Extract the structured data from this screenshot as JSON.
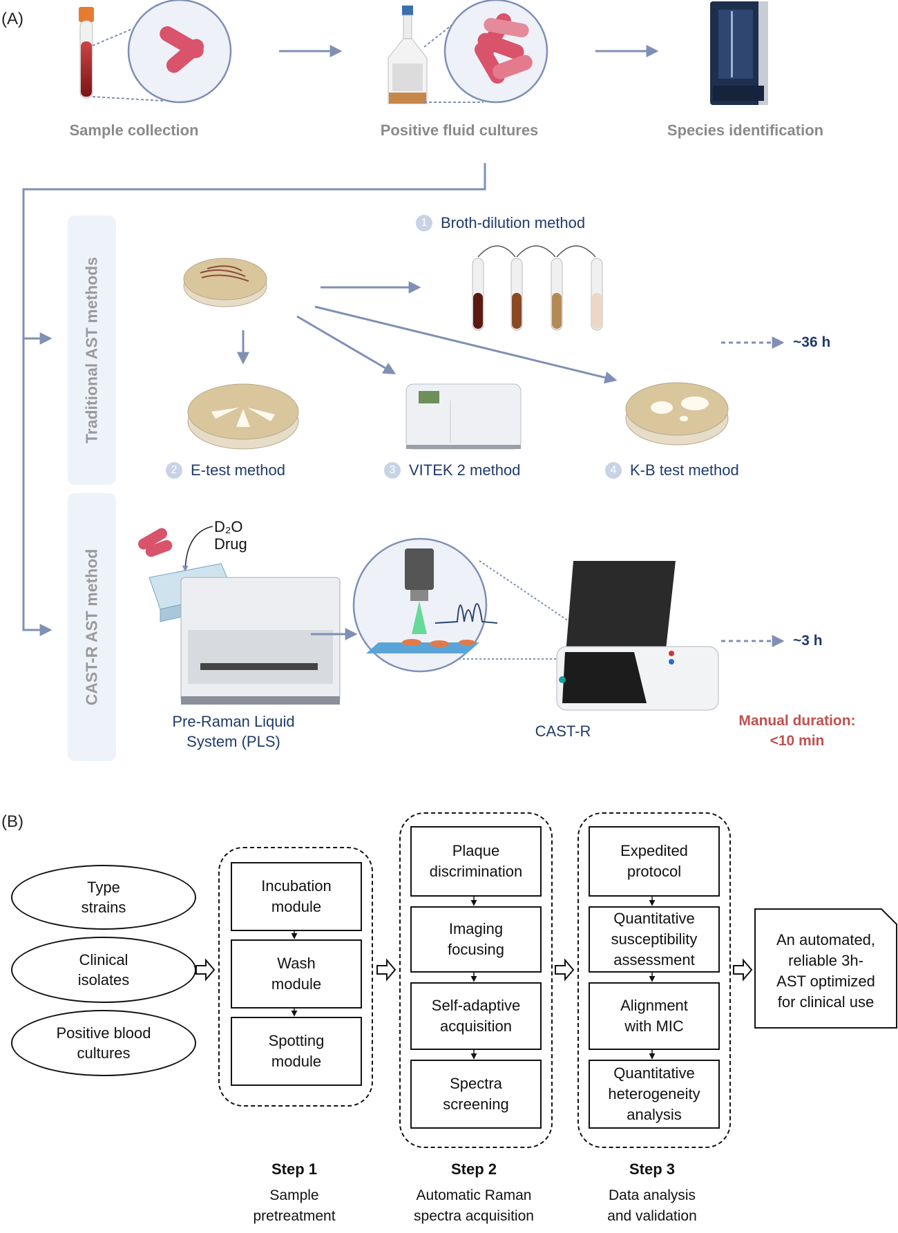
{
  "panel_a": {
    "label": "(A)",
    "stages": [
      "Sample collection",
      "Positive fluid cultures",
      "Species identification"
    ],
    "traditional": {
      "tab_label": "Traditional AST methods",
      "methods": [
        {
          "num": "1",
          "label": "Broth-dilution method"
        },
        {
          "num": "2",
          "label": "E-test method"
        },
        {
          "num": "3",
          "label": "VITEK 2 method"
        },
        {
          "num": "4",
          "label": "K-B test method"
        }
      ],
      "time": "~36 h"
    },
    "castr": {
      "tab_label": "CAST-R AST method",
      "reagent_d2o": "D₂O",
      "reagent_drug": "Drug",
      "pls_label_line1": "Pre-Raman Liquid",
      "pls_label_line2": "System (PLS)",
      "device_label": "CAST-R",
      "time": "~3 h",
      "manual_line1": "Manual duration:",
      "manual_line2": "<10 min"
    }
  },
  "panel_b": {
    "label": "(B)",
    "inputs": [
      {
        "line1": "Type",
        "line2": "strains"
      },
      {
        "line1": "Clinical",
        "line2": "isolates"
      },
      {
        "line1": "Positive blood",
        "line2": "cultures"
      }
    ],
    "steps": [
      {
        "title": "Step 1",
        "desc_line1": "Sample",
        "desc_line2": "pretreatment",
        "modules": [
          {
            "line1": "Incubation",
            "line2": "module",
            "line3": ""
          },
          {
            "line1": "Wash",
            "line2": "module",
            "line3": ""
          },
          {
            "line1": "Spotting",
            "line2": "module",
            "line3": ""
          }
        ]
      },
      {
        "title": "Step 2",
        "desc_line1": "Automatic Raman",
        "desc_line2": "spectra acquisition",
        "modules": [
          {
            "line1": "Plaque",
            "line2": "discrimination",
            "line3": ""
          },
          {
            "line1": "Imaging",
            "line2": "focusing",
            "line3": ""
          },
          {
            "line1": "Self-adaptive",
            "line2": "acquisition",
            "line3": ""
          },
          {
            "line1": "Spectra",
            "line2": "screening",
            "line3": ""
          }
        ]
      },
      {
        "title": "Step 3",
        "desc_line1": "Data analysis",
        "desc_line2": "and validation",
        "modules": [
          {
            "line1": "Expedited",
            "line2": "protocol",
            "line3": ""
          },
          {
            "line1": "Quantitative",
            "line2": "susceptibility",
            "line3": "assessment"
          },
          {
            "line1": "Alignment",
            "line2": "with MIC",
            "line3": ""
          },
          {
            "line1": "Quantitative",
            "line2": "heterogeneity",
            "line3": "analysis"
          }
        ]
      }
    ],
    "output": {
      "line1": "An automated,",
      "line2": "reliable 3h-",
      "line3": "AST optimized",
      "line4": "for clinical use"
    }
  }
}
